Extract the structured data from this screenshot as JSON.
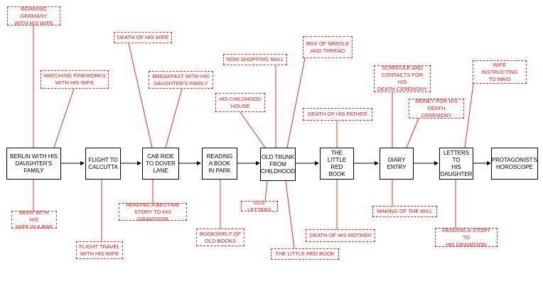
{
  "nodes": [
    {
      "id": "berlin",
      "label": "BERLIN WITH HIS\nDAUGHTER'S\nFAMILY"
    },
    {
      "id": "flight",
      "label": "FLIGHT TO\nCALCUTTA"
    },
    {
      "id": "cab",
      "label": "CAB RIDE\nTO DOVER\nLANE"
    },
    {
      "id": "reading",
      "label": "READING\nA BOOK\nIN PARK"
    },
    {
      "id": "trunk",
      "label": "OLD TRUNK\nFROM\nCHILDHOOD"
    },
    {
      "id": "redbook",
      "label": "THE LITTLE\nRED BOOK"
    },
    {
      "id": "diary",
      "label": "DIARY\nENTRY"
    },
    {
      "id": "letters",
      "label": "LETTERS TO\nHIS\nDAUGHTER"
    },
    {
      "id": "horoscope",
      "label": "PROTAGONIST'S\nHOROSCOPE"
    }
  ],
  "notes": [
    {
      "id": "roaming",
      "label": "ROAMING GERMANY\nWITH HIS WIFE"
    },
    {
      "id": "fireworks",
      "label": "WATCHING FIREWORKS\nWITH HIS WIFE"
    },
    {
      "id": "beer",
      "label": "BEER WITH HIS\nWIFE IN A BAR"
    },
    {
      "id": "flighttravel",
      "label": "FLIGHT TRAVEL\nWITH HIS WIFE"
    },
    {
      "id": "deathwife",
      "label": "DEATH OF HIS WIFE"
    },
    {
      "id": "breakfast",
      "label": "BREAKFAST WITH HIS\nDAUGHTER'S FAMILY"
    },
    {
      "id": "bedtime",
      "label": "READING A BEDTIME\nSTORY TO HIS GRANDSON"
    },
    {
      "id": "mall",
      "label": "NOW SHOPPING MALL"
    },
    {
      "id": "childhoodhouse",
      "label": "HIS CHILDHOOD\nHOUSE"
    },
    {
      "id": "bookshelf",
      "label": "BOOKSHELF OF\nOLD BOOKS"
    },
    {
      "id": "needle",
      "label": "BOX OF NEEDLE\nAND THREAD"
    },
    {
      "id": "oldletters",
      "label": "OLD LETTERS"
    },
    {
      "id": "littleredbook",
      "label": "THE LITTLE RED BOOK"
    },
    {
      "id": "deathfather",
      "label": "DEATH OF HIS FATHER"
    },
    {
      "id": "deathmother",
      "label": "DEATH OF HIS MOTHER"
    },
    {
      "id": "schedule",
      "label": "SCHEDULE AND\nCONTACTS FOR HIS\nDEATH CEREMONY"
    },
    {
      "id": "money",
      "label": "MONEY FOR HIS\nDEATH CEREMONY"
    },
    {
      "id": "will",
      "label": "MAKING OF THE WILL"
    },
    {
      "id": "maid",
      "label": "WIFE INSTRUCTING\nTO MAID"
    },
    {
      "id": "grandson",
      "label": "READING A STORY TO\nHIS GRANDSON"
    }
  ],
  "colors": {
    "node_border": "#000000",
    "note_border": "#e03030",
    "note_text": "#e02020"
  }
}
